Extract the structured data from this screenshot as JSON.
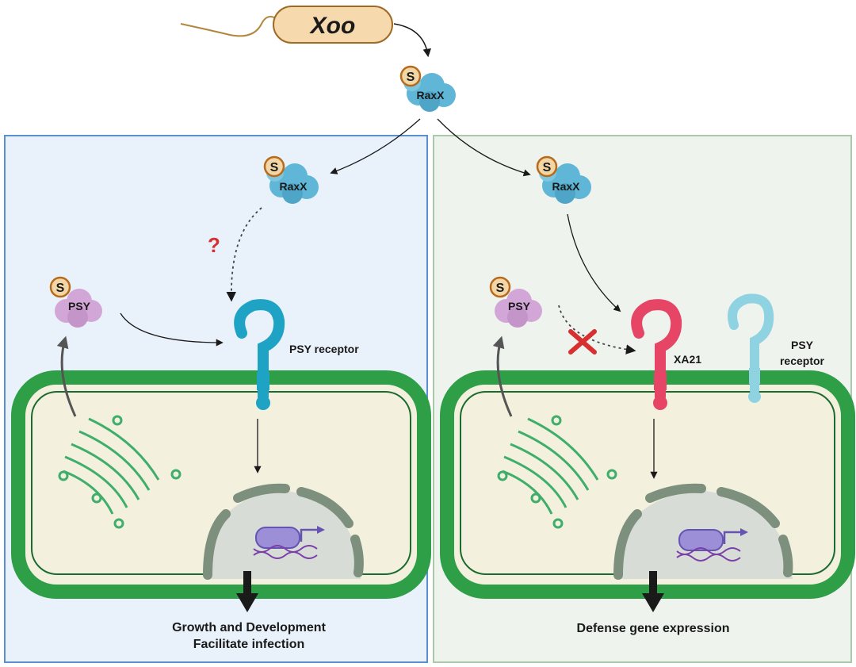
{
  "title": "Xoo",
  "molecules": {
    "sulfation_mark": "S",
    "raxx": "RaxX",
    "psy": "PSY"
  },
  "left_panel": {
    "unknown_mark": "?",
    "receptor_label": "PSY receptor",
    "outcome_line1": "Growth and Development",
    "outcome_line2": "Facilitate infection"
  },
  "right_panel": {
    "xa21_label": "XA21",
    "receptor_label_line1": "PSY",
    "receptor_label_line2": "receptor",
    "outcome": "Defense gene expression"
  },
  "colors": {
    "left_panel_bg": "#e9f1fa",
    "left_panel_border": "#5b8fd0",
    "right_panel_bg": "#eef3ee",
    "right_panel_border": "#a9c9a9",
    "cell_wall": "#2e9e47",
    "cytoplasm": "#f4f0de",
    "psy_receptor": "#1fa3c4",
    "psy_receptor_faded": "#8fd3e3",
    "xa21": "#e64566",
    "raxx_blob": "#5fb6d6",
    "psy_blob": "#d2a6d6",
    "sulfation": "#e8a33c",
    "golgi": "#3fae6b",
    "nucleus": "#9aab9a",
    "inhibition_x": "#d63030",
    "question_mark": "#d63030"
  }
}
